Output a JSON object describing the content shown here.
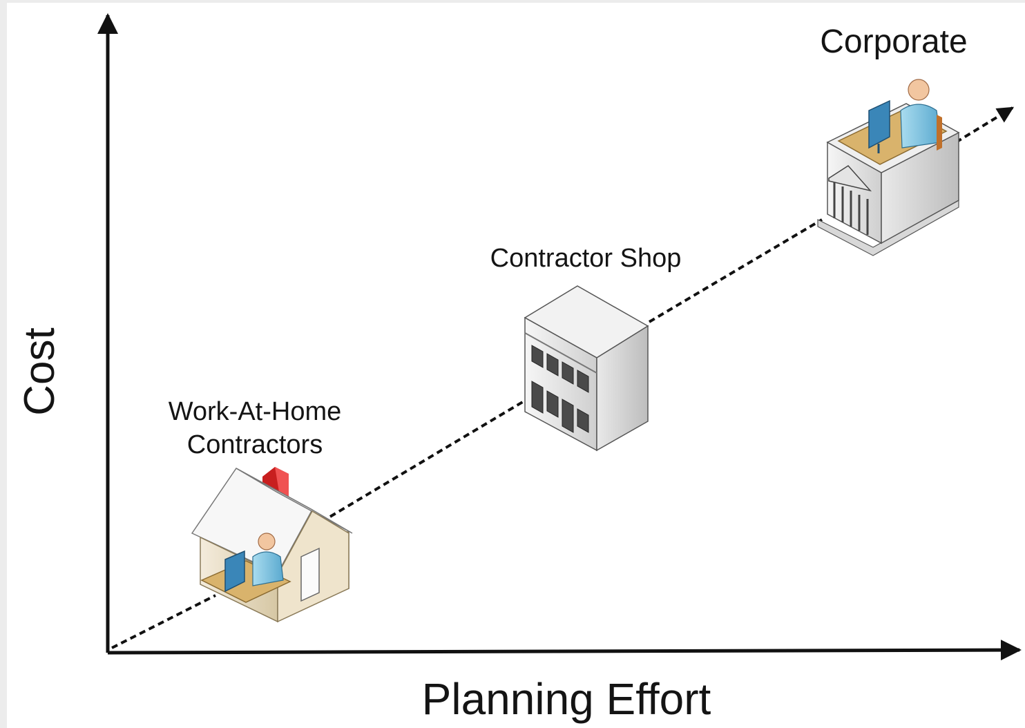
{
  "axes": {
    "x_label": "Planning Effort",
    "y_label": "Cost"
  },
  "nodes": [
    {
      "id": "home",
      "label_lines": [
        "Work-At-Home",
        "Contractors"
      ],
      "icon": "house-with-worker-icon"
    },
    {
      "id": "shop",
      "label_lines": [
        "Contractor Shop"
      ],
      "icon": "office-building-icon"
    },
    {
      "id": "corp",
      "label_lines": [
        "Corporate"
      ],
      "icon": "corporate-building-with-worker-icon"
    }
  ],
  "trend": {
    "style": "dashed",
    "direction": "increasing"
  },
  "colors": {
    "line": "#111111",
    "person_skin": "#f2c6a0",
    "person_shirt": "#7ec4e0",
    "desk": "#d9b36c",
    "chimney": "#d92b2b",
    "monitor": "#3a86b8",
    "building": "#cfcfcf"
  }
}
